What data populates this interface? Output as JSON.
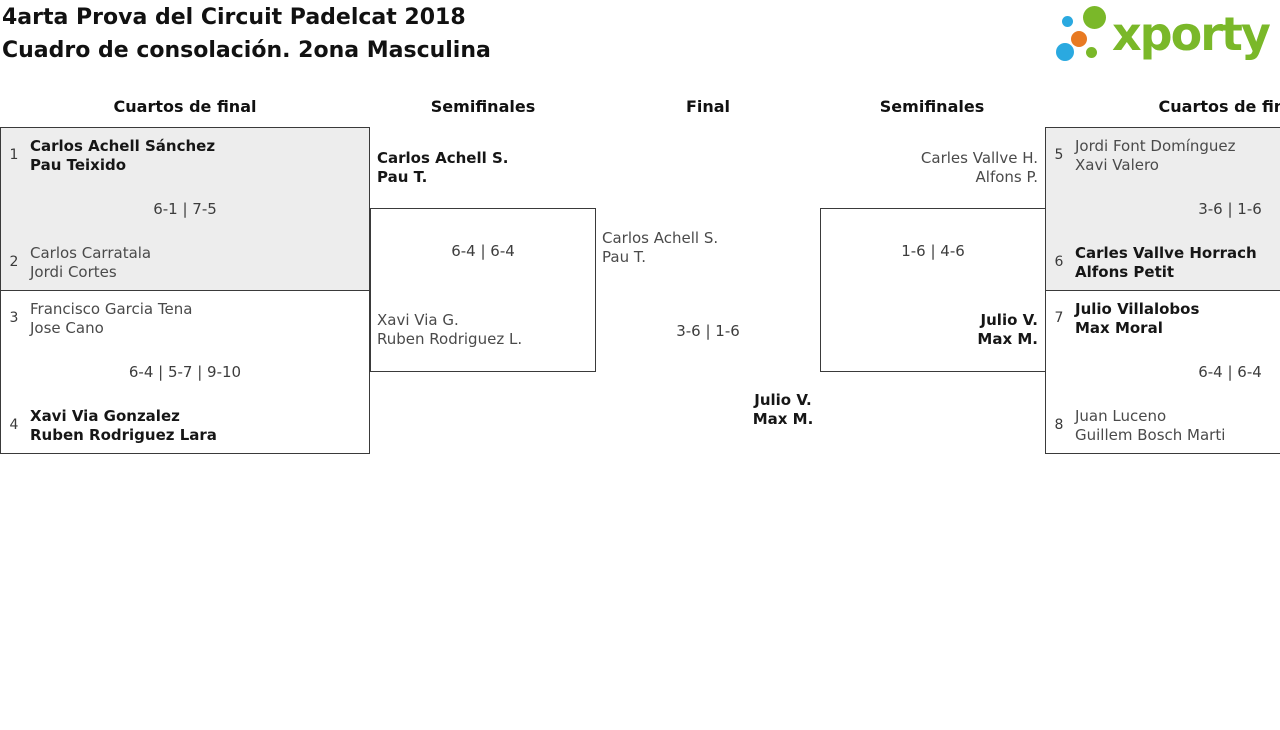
{
  "page": {
    "title_line1": "4arta Prova del Circuit Padelcat 2018",
    "title_line2": "Cuadro de consolación. 2ona Masculina"
  },
  "logo": {
    "text": "xporty",
    "colors": {
      "green": "#7ab829",
      "blue": "#2aa9e0",
      "orange": "#e87a22"
    }
  },
  "round_headers": {
    "qf_left": "Cuartos de final",
    "sf_left": "Semifinales",
    "final": "Final",
    "sf_right": "Semifinales",
    "qf_right": "Cuartos de final"
  },
  "matches": {
    "qf_l1": {
      "seed_top": "1",
      "top1": "Carlos Achell Sánchez",
      "top2": "Pau Teixido",
      "score": "6-1 | 7-5",
      "seed_bottom": "2",
      "bottom1": "Carlos Carratala",
      "bottom2": "Jordi Cortes",
      "winner": "top"
    },
    "qf_l2": {
      "seed_top": "3",
      "top1": "Francisco Garcia Tena",
      "top2": "Jose Cano",
      "score": "6-4 | 5-7 | 9-10",
      "seed_bottom": "4",
      "bottom1": "Xavi Via Gonzalez",
      "bottom2": "Ruben Rodriguez Lara",
      "winner": "bottom"
    },
    "sf_l": {
      "top1": "Carlos Achell S.",
      "top2": "Pau T.",
      "score": "6-4 | 6-4",
      "bottom1": "Xavi Via G.",
      "bottom2": "Ruben Rodriguez L.",
      "winner": "top"
    },
    "final": {
      "top1": "Carlos Achell S.",
      "top2": "Pau T.",
      "score": "3-6 | 1-6",
      "bottom1": "Julio V.",
      "bottom2": "Max M.",
      "winner": "bottom"
    },
    "sf_r": {
      "top1": "Carles Vallve H.",
      "top2": "Alfons P.",
      "score": "1-6 | 4-6",
      "bottom1": "Julio V.",
      "bottom2": "Max M.",
      "winner": "bottom"
    },
    "qf_r1": {
      "seed_top": "5",
      "top1": "Jordi Font Domínguez",
      "top2": "Xavi Valero",
      "score": "3-6 | 1-6",
      "seed_bottom": "6",
      "bottom1": "Carles Vallve Horrach",
      "bottom2": "Alfons Petit",
      "winner": "bottom"
    },
    "qf_r2": {
      "seed_top": "7",
      "top1": "Julio Villalobos",
      "top2": "Max Moral",
      "score": "6-4 | 6-4",
      "seed_bottom": "8",
      "bottom1": "Juan Luceno",
      "bottom2": "Guillem Bosch Marti",
      "winner": "top"
    }
  },
  "colors": {
    "box_fill": "#ededed",
    "box_border": "#3a3a3a",
    "name_regular": "#4a4a4a",
    "name_winner": "#161616"
  }
}
